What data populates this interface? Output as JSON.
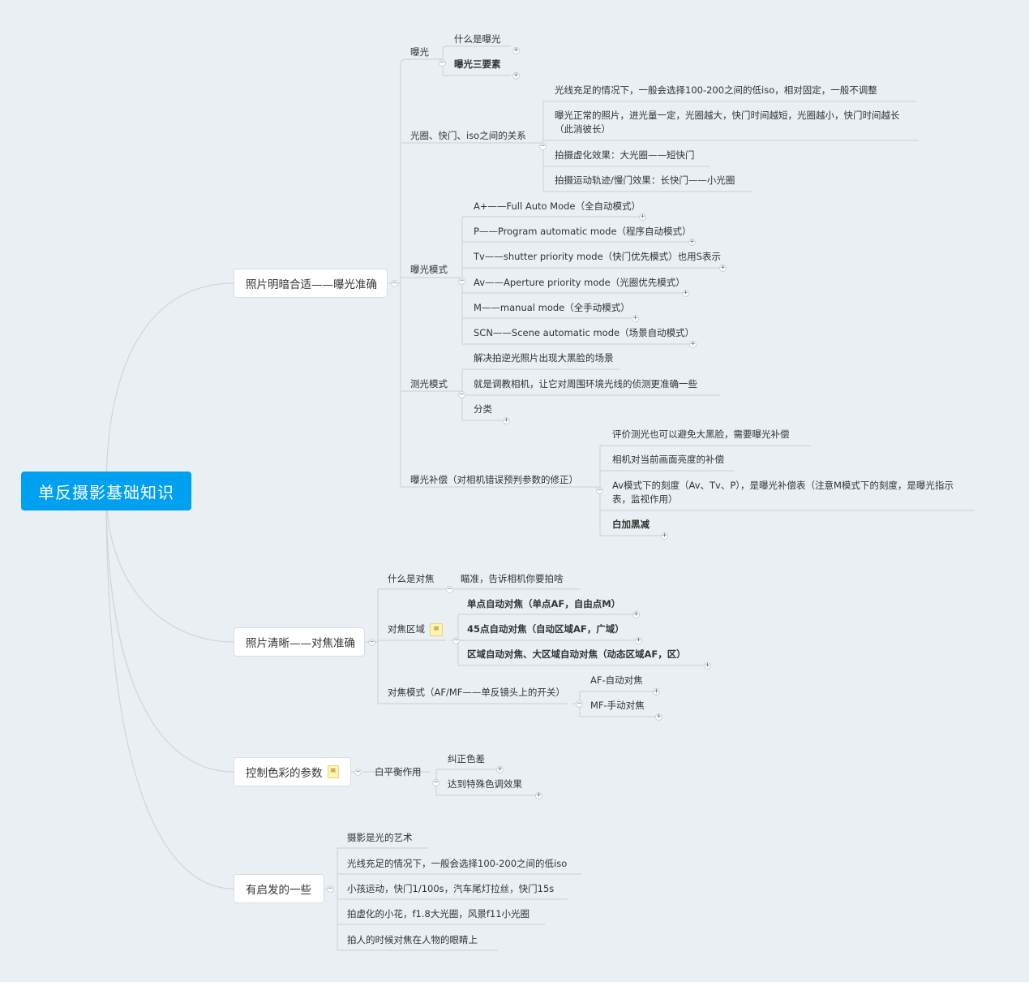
{
  "root": {
    "title": "单反摄影基础知识"
  },
  "branches": {
    "exposure": {
      "title": "照片明暗合适——曝光准确",
      "exposure": {
        "label": "曝光",
        "items": [
          "什么是曝光",
          "曝光三要素"
        ]
      },
      "relation": {
        "label": "光圈、快门、iso之间的关系",
        "items": [
          "光线充足的情况下，一般会选择100-200之间的低iso，相对固定，一般不调整",
          "曝光正常的照片，进光量一定，光圈越大，快门时间越短，光圈越小，快门时间越长（此消彼长）",
          "拍摄虚化效果：大光圈——短快门",
          "拍摄运动轨迹/慢门效果：长快门——小光圈"
        ]
      },
      "modes": {
        "label": "曝光模式",
        "items": [
          "A+——Full Auto Mode（全自动模式）",
          "P——Program automatic mode（程序自动模式）",
          "Tv——shutter priority mode（快门优先模式）也用S表示",
          "Av——Aperture priority mode（光圈优先模式）",
          "M——manual mode（全手动模式）",
          "SCN——Scene automatic mode（场景自动模式）"
        ]
      },
      "metering": {
        "label": "测光模式",
        "items": [
          "解决拍逆光照片出现大黑脸的场景",
          "就是调教相机，让它对周围环境光线的侦测更准确一些",
          "分类"
        ]
      },
      "compensation": {
        "label": "曝光补偿（对相机错误预判参数的修正）",
        "items": [
          "评价测光也可以避免大黑脸，需要曝光补偿",
          "相机对当前画面亮度的补偿",
          "Av模式下的刻度（Av、Tv、P），是曝光补偿表（注意M模式下的刻度，是曝光指示表，监视作用）",
          "白加黑减"
        ]
      }
    },
    "focus": {
      "title": "照片清晰——对焦准确",
      "what": {
        "label": "什么是对焦",
        "items": [
          "瞄准，告诉相机你要拍啥"
        ]
      },
      "area": {
        "label": "对焦区域",
        "items": [
          "单点自动对焦（单点AF，自由点M）",
          "45点自动对焦（自动区域AF，广域）",
          "区域自动对焦、大区域自动对焦（动态区域AF，区）"
        ]
      },
      "mode": {
        "label": "对焦模式（AF/MF——单反镜头上的开关）",
        "items": [
          "AF-自动对焦",
          "MF-手动对焦"
        ]
      }
    },
    "color": {
      "title": "控制色彩的参数",
      "wb": {
        "label": "白平衡作用",
        "items": [
          "纠正色差",
          "达到特殊色调效果"
        ]
      }
    },
    "inspire": {
      "title": "有启发的一些",
      "items": [
        "摄影是光的艺术",
        "光线充足的情况下，一般会选择100-200之间的低iso",
        "小孩运动，快门1/100s，汽车尾灯拉丝，快门15s",
        "拍虚化的小花，f1.8大光圈，风景f11小光圈",
        "拍人的时候对焦在人物的眼睛上"
      ]
    }
  },
  "toggles": {
    "expand": "+",
    "collapse": "−"
  },
  "icons": {
    "note": "note-icon"
  }
}
